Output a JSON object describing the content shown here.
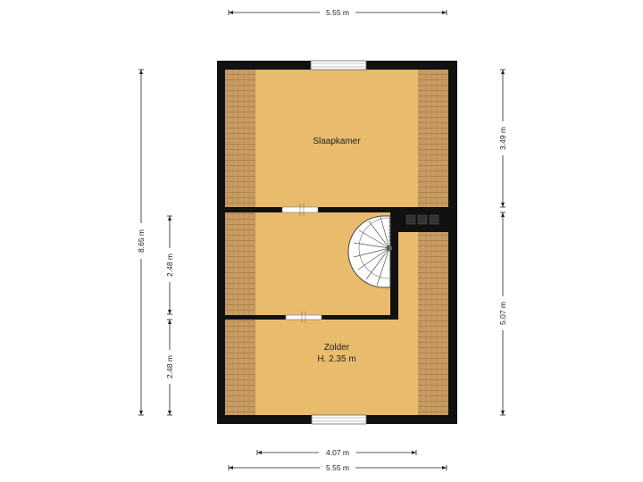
{
  "floorplan": {
    "rooms": {
      "bedroom": {
        "name": "Slaapkamer"
      },
      "attic": {
        "name": "Zolder",
        "height": "H. 2.35 m"
      }
    },
    "dimensions": {
      "top_width": "5.55 m",
      "bottom_width": "5.55 m",
      "inner_width": "4.07 m",
      "total_height": "8.65 m",
      "left_upper": "2.48 m",
      "left_lower": "2.48 m",
      "right_upper": "3.49 m",
      "right_lower": "5.07 m"
    },
    "colors": {
      "floor": "#e9bb6c",
      "roof_slope": "#c89c62",
      "wall": "#111111",
      "stairs": "#ffffff"
    }
  }
}
